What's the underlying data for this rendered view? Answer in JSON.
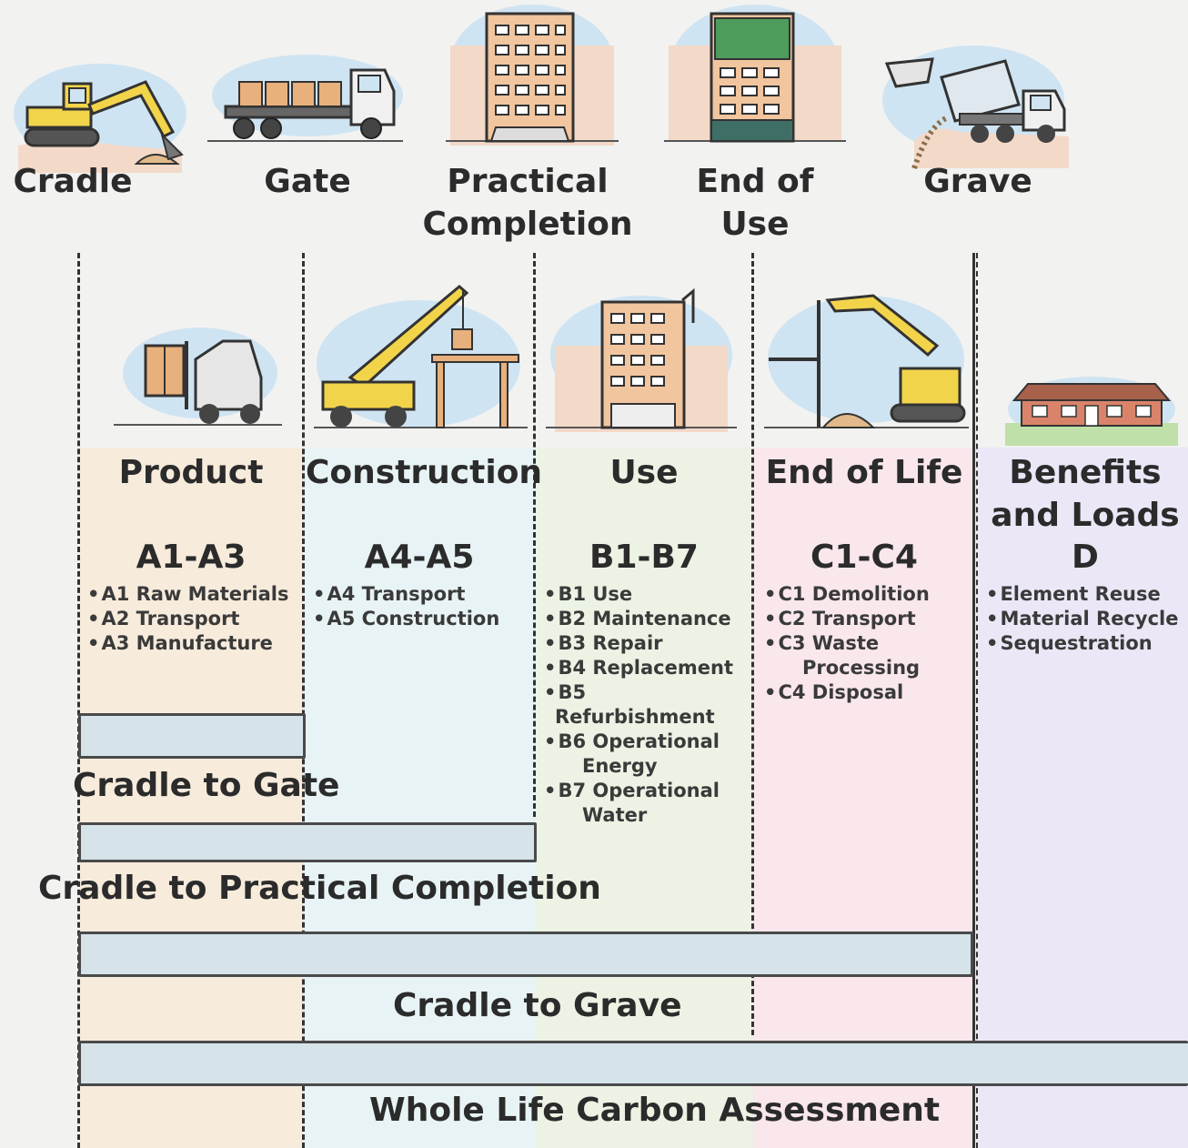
{
  "milestones": [
    {
      "label": "Cradle",
      "icon": "excavator-icon"
    },
    {
      "label": "Gate",
      "icon": "truck-icon"
    },
    {
      "label": "Practical\nCompletion",
      "icon": "building-icon"
    },
    {
      "label": "End of\nUse",
      "icon": "vacant-building-icon"
    },
    {
      "label": "Grave",
      "icon": "dump-truck-icon"
    }
  ],
  "stages": [
    {
      "title": "Product",
      "code": "A1-A3",
      "color": "#f7ebdc",
      "icon": "forklift-icon",
      "modules": [
        "A1 Raw Materials",
        "A2 Transport",
        "A3 Manufacture"
      ]
    },
    {
      "title": "Construction",
      "code": "A4-A5",
      "color": "#e8f3f5",
      "icon": "crane-icon",
      "modules": [
        "A4 Transport",
        "A5 Construction"
      ]
    },
    {
      "title": "Use",
      "code": "B1-B7",
      "color": "#ecf3e4",
      "icon": "occupied-building-icon",
      "modules": [
        "B1 Use",
        "B2 Maintenance",
        "B3 Repair",
        "B4 Replacement",
        "B5 Refurbishment",
        "B6 Operational",
        "Energy",
        "B7 Operational",
        "Water"
      ]
    },
    {
      "title": "End of Life",
      "code": "C1-C4",
      "color": "#f9e7ec",
      "icon": "demolition-icon",
      "modules": [
        "C1 Demolition",
        "C2 Transport",
        "C3 Waste",
        "Processing",
        "C4 Disposal"
      ]
    },
    {
      "title": "Benefits\nand Loads",
      "code": "D",
      "color": "#ebe7f7",
      "icon": "house-icon",
      "modules": [
        "Element Reuse",
        "Material Recycle",
        "Sequestration"
      ]
    }
  ],
  "scopes": [
    {
      "label": "Cradle to Gate"
    },
    {
      "label": "Cradle to Practical Completion"
    },
    {
      "label": "Cradle to Grave"
    },
    {
      "label": "Whole Life Carbon Assessment"
    }
  ],
  "colors": {
    "bar_fill": "#d6e4ea",
    "sky": "#cfe4f2",
    "ground": "#f3d9c8"
  }
}
